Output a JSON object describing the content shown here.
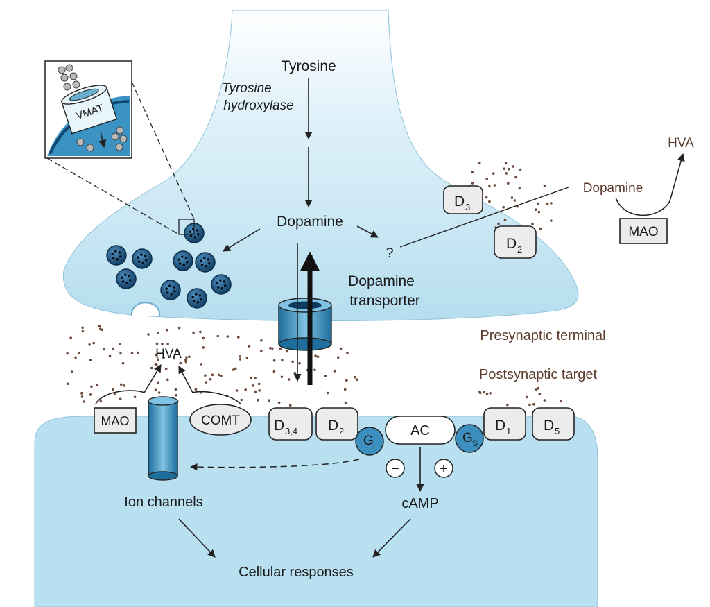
{
  "labels": {
    "tyrosine": "Tyrosine",
    "tyrosine_hydroxylase_1": "Tyrosine",
    "tyrosine_hydroxylase_2": "hydroxylase",
    "dopamine_center": "Dopamine",
    "dopamine_outside": "Dopamine",
    "question": "?",
    "hva_top": "HVA",
    "mao_top": "MAO",
    "vmat": "VMAT",
    "dat_1": "Dopamine",
    "dat_2": "transporter",
    "presynaptic": "Presynaptic terminal",
    "postsynaptic": "Postsynaptic target",
    "hva_cleft": "HVA",
    "mao_cleft": "MAO",
    "comt": "COMT",
    "ac": "AC",
    "minus": "−",
    "plus": "+",
    "camp": "cAMP",
    "ion_channels": "Ion channels",
    "cellular_responses": "Cellular responses"
  },
  "receptors": {
    "d3_pre": {
      "letter": "D",
      "sub": "3"
    },
    "d2_pre": {
      "letter": "D",
      "sub": "2"
    },
    "d34": {
      "letter": "D",
      "sub": "3,4"
    },
    "d2_post": {
      "letter": "D",
      "sub": "2"
    },
    "d1": {
      "letter": "D",
      "sub": "1"
    },
    "d5": {
      "letter": "D",
      "sub": "5"
    },
    "gi": {
      "letter": "G",
      "sub": "i"
    },
    "gs": {
      "letter": "G",
      "sub": "S"
    }
  },
  "colors": {
    "cytoplasm": "#b9e0f0",
    "membrane_edge": "#6aaecd",
    "vesicle": "#1f5f8b",
    "transporter": "#3d8fbf",
    "label_brown": "#5a3a2a"
  }
}
